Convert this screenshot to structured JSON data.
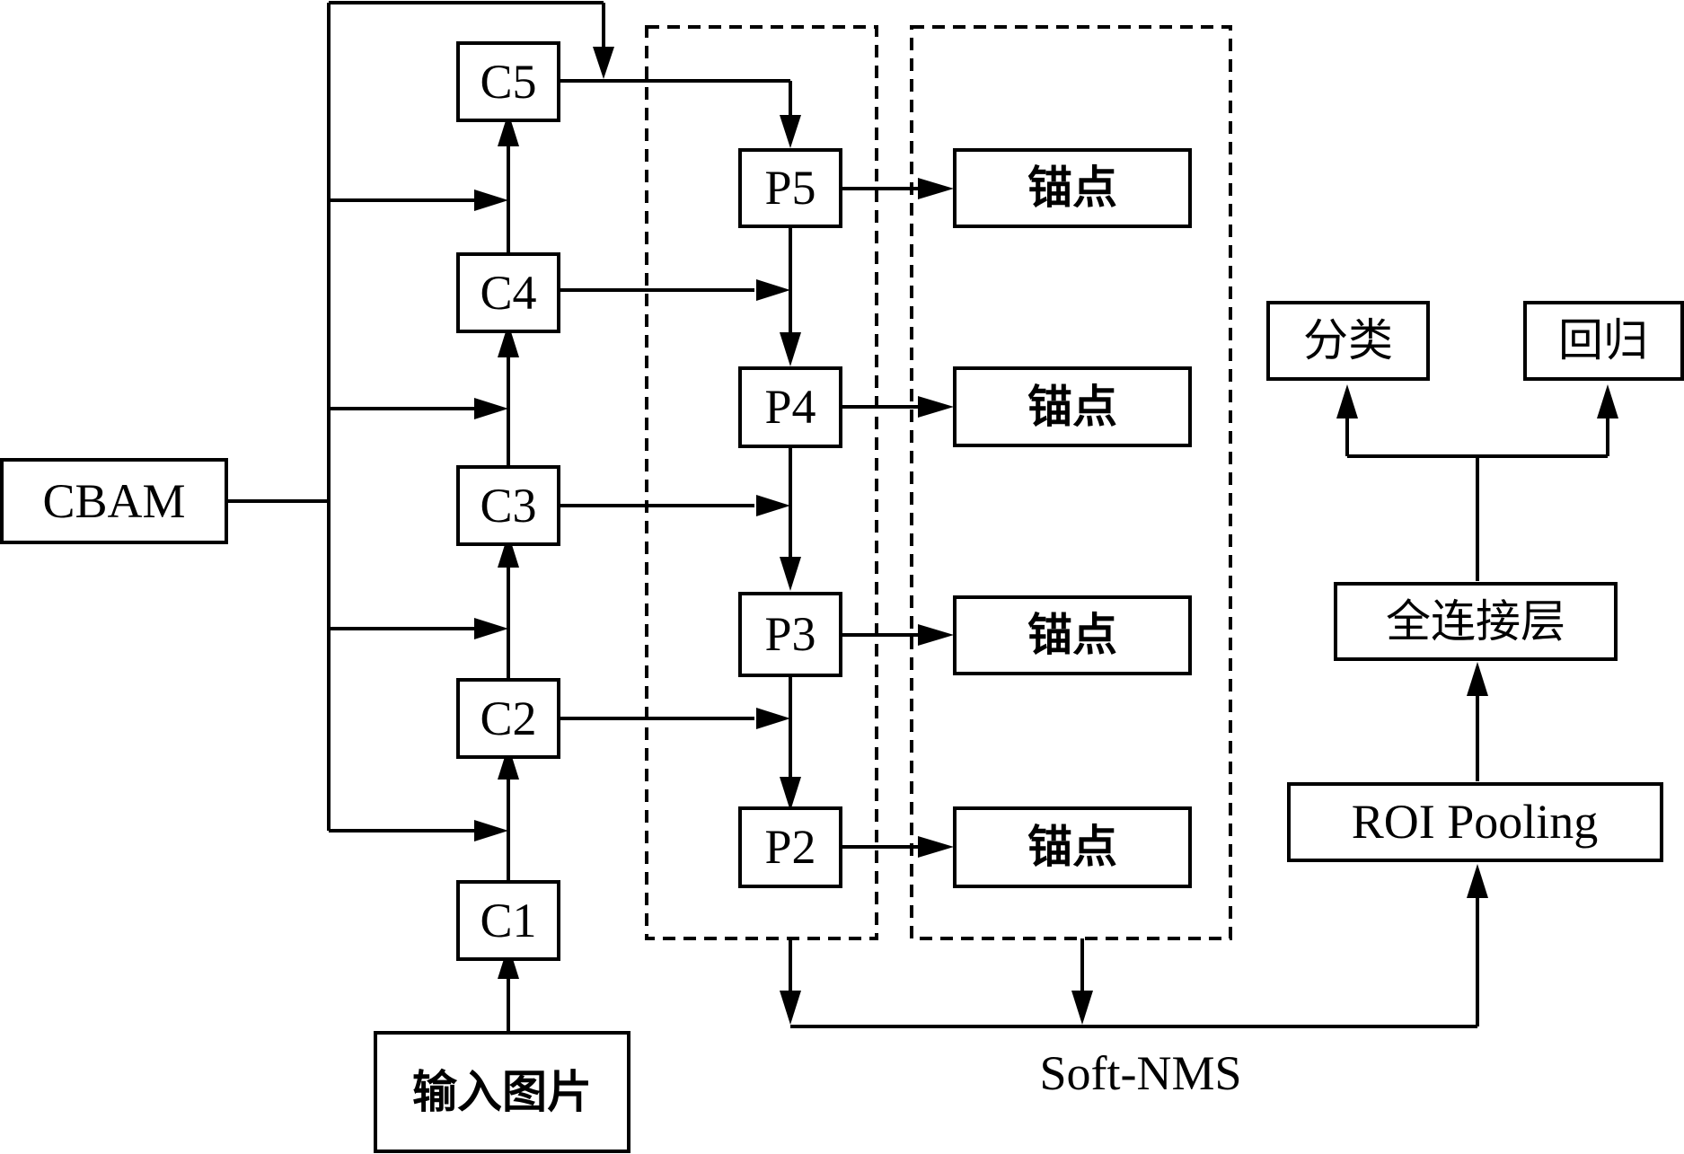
{
  "cbam": "CBAM",
  "input": "输入图片",
  "backbone": [
    "C1",
    "C2",
    "C3",
    "C4",
    "C5"
  ],
  "pyramid": [
    "P2",
    "P3",
    "P4",
    "P5"
  ],
  "anchor": "锚点",
  "soft_nms": "Soft-NMS",
  "roi_pooling": "ROI Pooling",
  "fc_layer": "全连接层",
  "classify": "分类",
  "regress": "回归"
}
